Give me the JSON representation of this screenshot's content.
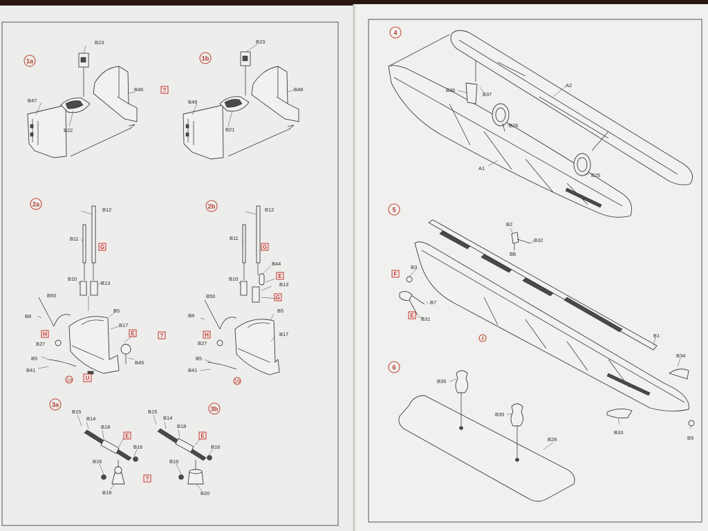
{
  "left_page": {
    "steps": {
      "s1a": "1a",
      "s1b": "1b",
      "s2a": "2a",
      "s2b": "2b",
      "s3a": "3a",
      "s3b": "3b"
    },
    "step1a": {
      "b23": "B23",
      "b47": "B47",
      "b22": "B22",
      "b46": "B46",
      "note": "?"
    },
    "step1b": {
      "b23": "B23",
      "b49": "B49",
      "b21": "B21",
      "b48": "B48"
    },
    "step2a": {
      "b12": "B12",
      "b11": "B11",
      "g": "G",
      "b10": "B10",
      "b13": "B13",
      "b50": "B50",
      "b8": "B8",
      "b5a": "B5",
      "b17": "B17",
      "h": "H",
      "b27": "B27",
      "e": "E",
      "b5b": "B5",
      "b45": "B45",
      "b41": "B41",
      "ref1a": "1a",
      "u": "U",
      "note": "?"
    },
    "step2b": {
      "b12": "B12",
      "b11": "B11",
      "g1": "G",
      "b44": "B44",
      "e": "E",
      "b10": "B10",
      "b13": "B13",
      "g2": "G",
      "b50": "B50",
      "b8": "B8",
      "b5a": "B5",
      "h": "H",
      "b27": "B27",
      "b17": "B17",
      "b5b": "B5",
      "b41": "B41",
      "ref1b": "1b"
    },
    "step3a": {
      "b15": "B15",
      "b14": "B14",
      "b18": "B18",
      "e": "E",
      "b16a": "B16",
      "b16b": "B16",
      "b19": "B19",
      "note": "?"
    },
    "step3b": {
      "b15": "B15",
      "b14": "B14",
      "b18": "B18",
      "e": "E",
      "b16a": "B16",
      "b16b": "B16",
      "b20": "B20"
    }
  },
  "right_page": {
    "steps": {
      "s4": "4",
      "s5": "5",
      "s6": "6"
    },
    "step4": {
      "b36": "B36",
      "b37": "B37",
      "a2": "A2",
      "b26": "B26",
      "a1": "A1",
      "b25": "B25"
    },
    "step5": {
      "b2": "B2",
      "b32": "B32",
      "b6": "B6",
      "b3": "B3",
      "f": "F",
      "b7": "B7",
      "e": "E",
      "b31": "B31",
      "ref4": "4",
      "b1": "B1",
      "b34": "B34",
      "b33": "B33",
      "b9": "B9"
    },
    "step6": {
      "b35a": "B35",
      "b35b": "B35",
      "b28": "B28"
    }
  },
  "colors": {
    "paper": "#ececea",
    "frame": "#555555",
    "accent": "#c8312a",
    "table": "#2a1712"
  }
}
